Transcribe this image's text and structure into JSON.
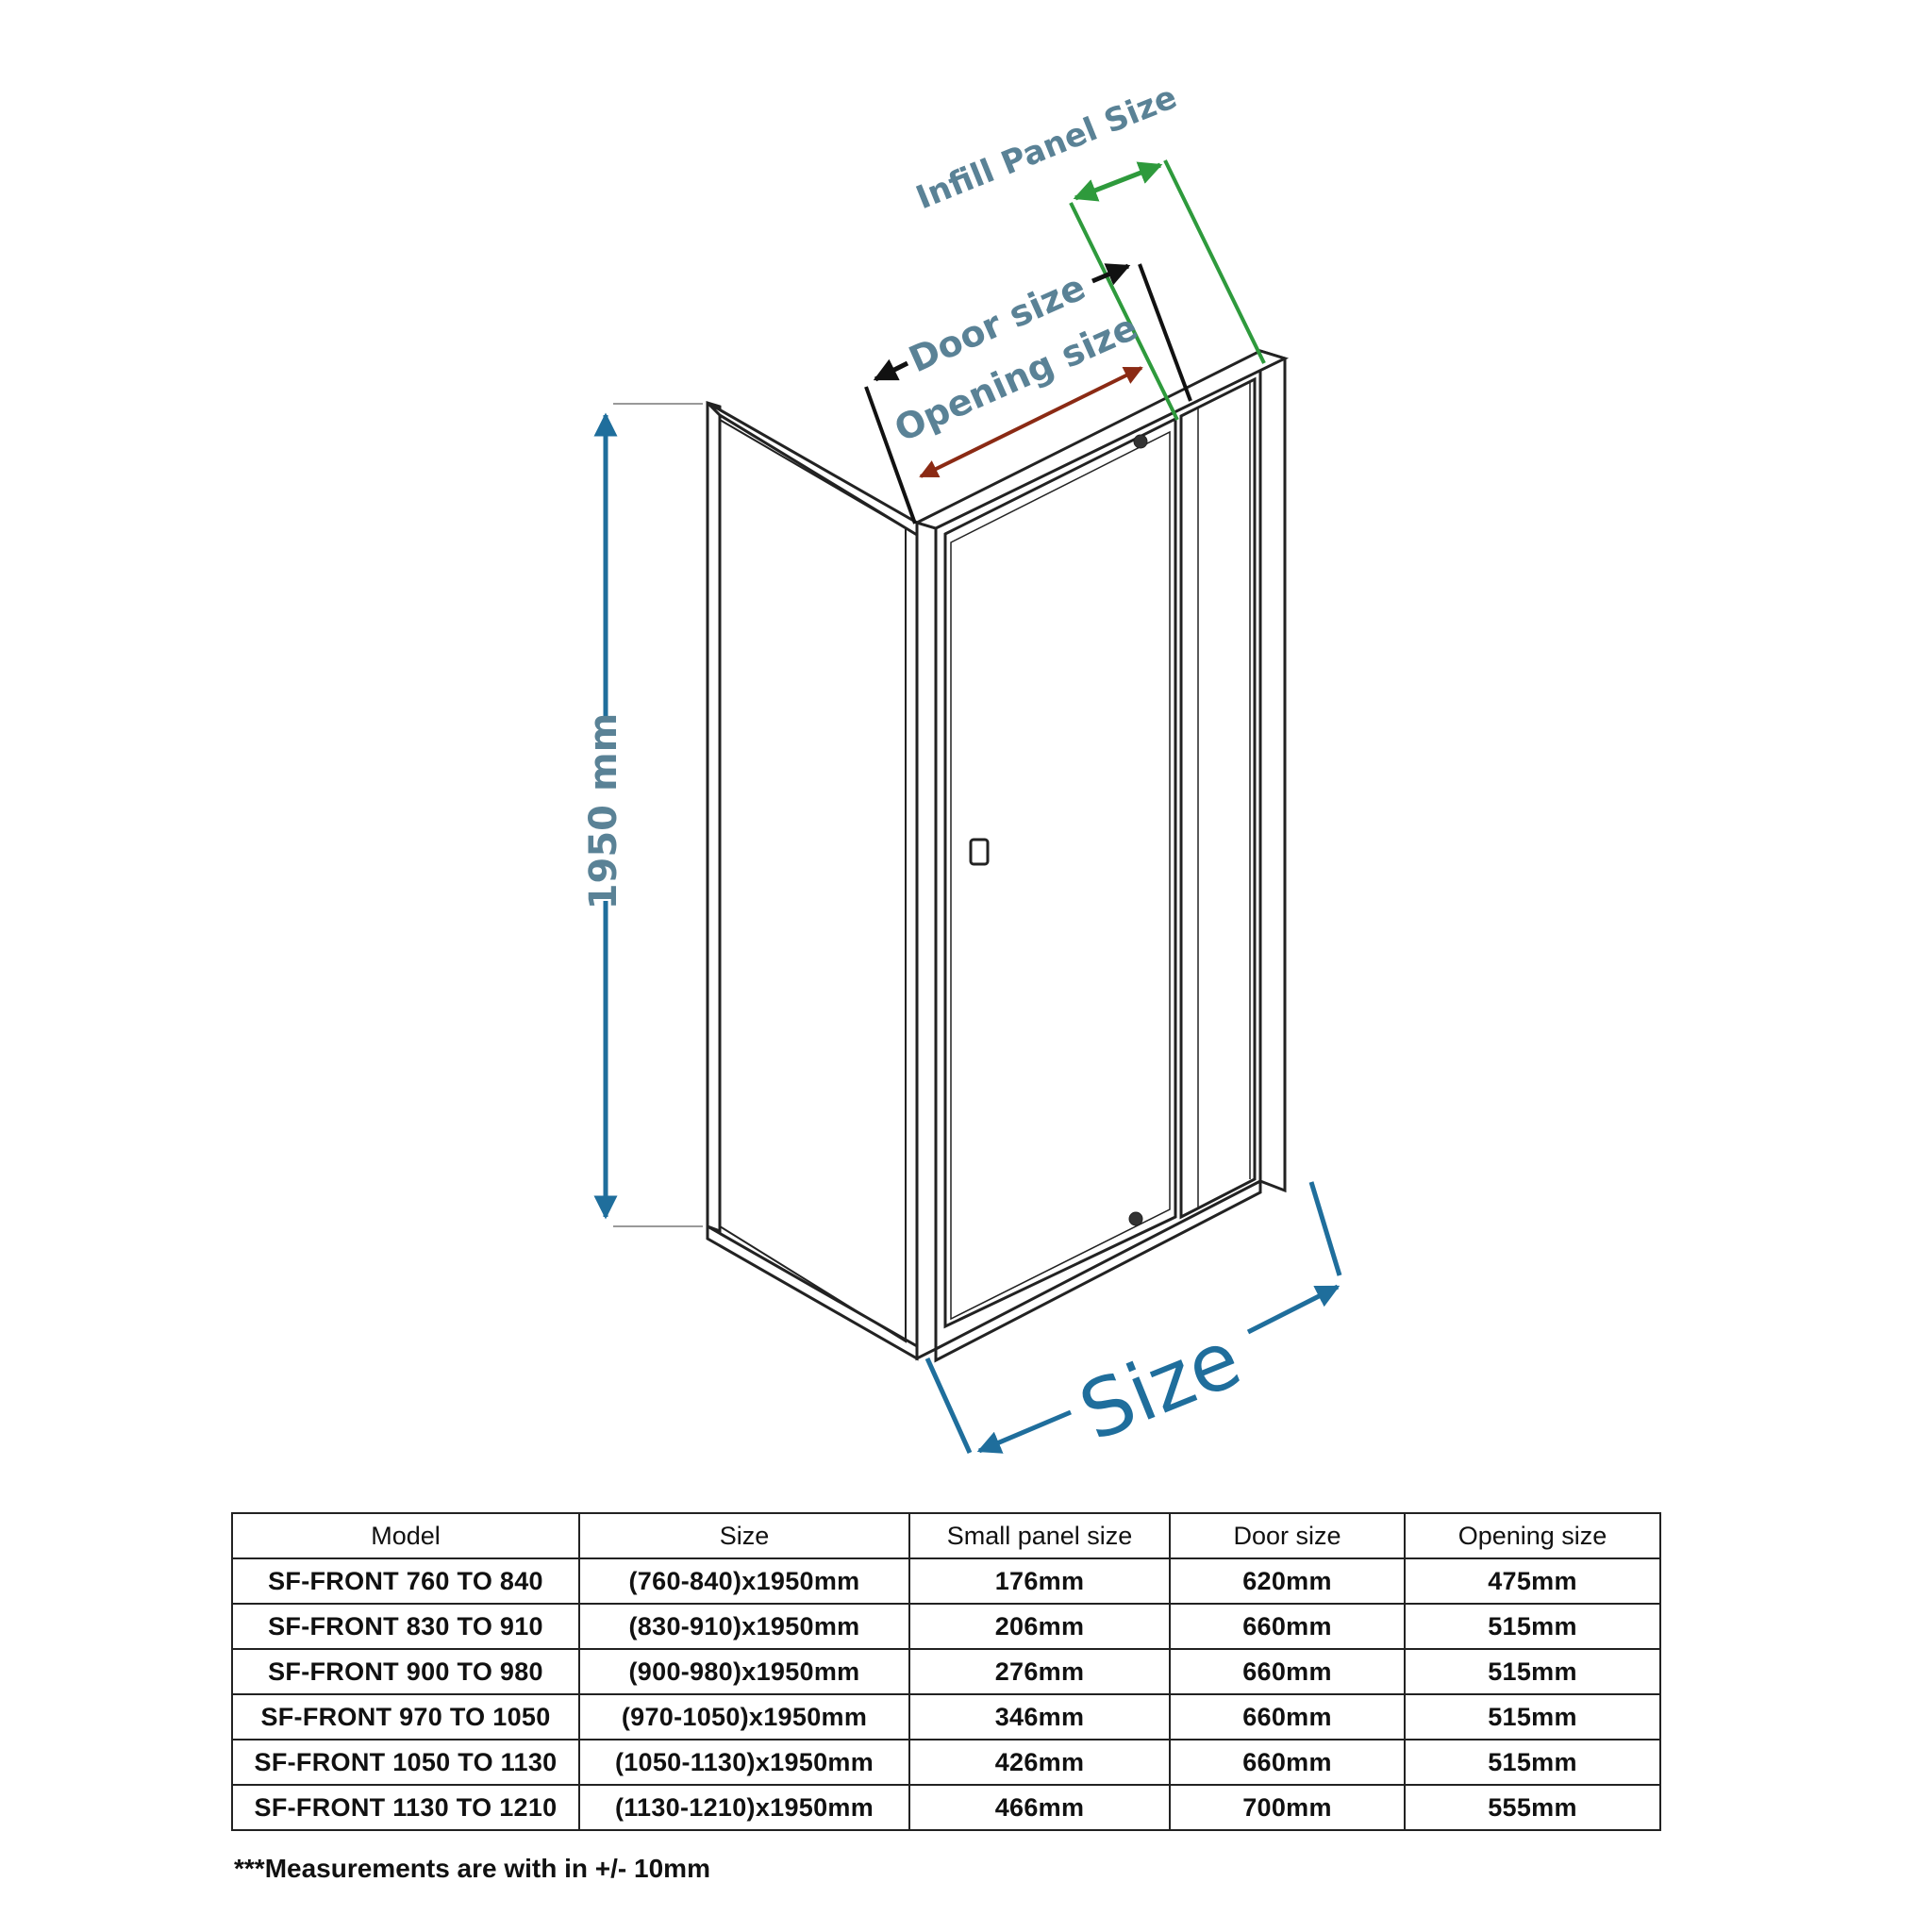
{
  "diagram": {
    "height_label": "1950 mm",
    "size_label": "Size",
    "door_size_label": "Door size",
    "opening_size_label": "Opening size",
    "infill_panel_label": "Infill Panel Size",
    "colors": {
      "dimension_blue": "#1f6e9c",
      "label_blue": "#5a8296",
      "infill_green": "#2e9a3c",
      "opening_brown": "#8b2a14",
      "door_black": "#111111"
    }
  },
  "table": {
    "headers": [
      "Model",
      "Size",
      "Small panel size",
      "Door size",
      "Opening size"
    ],
    "rows": [
      [
        "SF-FRONT 760 TO 840",
        "(760-840)x1950mm",
        "176mm",
        "620mm",
        "475mm"
      ],
      [
        "SF-FRONT 830 TO 910",
        "(830-910)x1950mm",
        "206mm",
        "660mm",
        "515mm"
      ],
      [
        "SF-FRONT 900 TO 980",
        "(900-980)x1950mm",
        "276mm",
        "660mm",
        "515mm"
      ],
      [
        "SF-FRONT 970 TO 1050",
        "(970-1050)x1950mm",
        "346mm",
        "660mm",
        "515mm"
      ],
      [
        "SF-FRONT 1050 TO 1130",
        "(1050-1130)x1950mm",
        "426mm",
        "660mm",
        "515mm"
      ],
      [
        "SF-FRONT 1130 TO 1210",
        "(1130-1210)x1950mm",
        "466mm",
        "700mm",
        "555mm"
      ]
    ]
  },
  "footnote": "***Measurements are with in +/- 10mm"
}
